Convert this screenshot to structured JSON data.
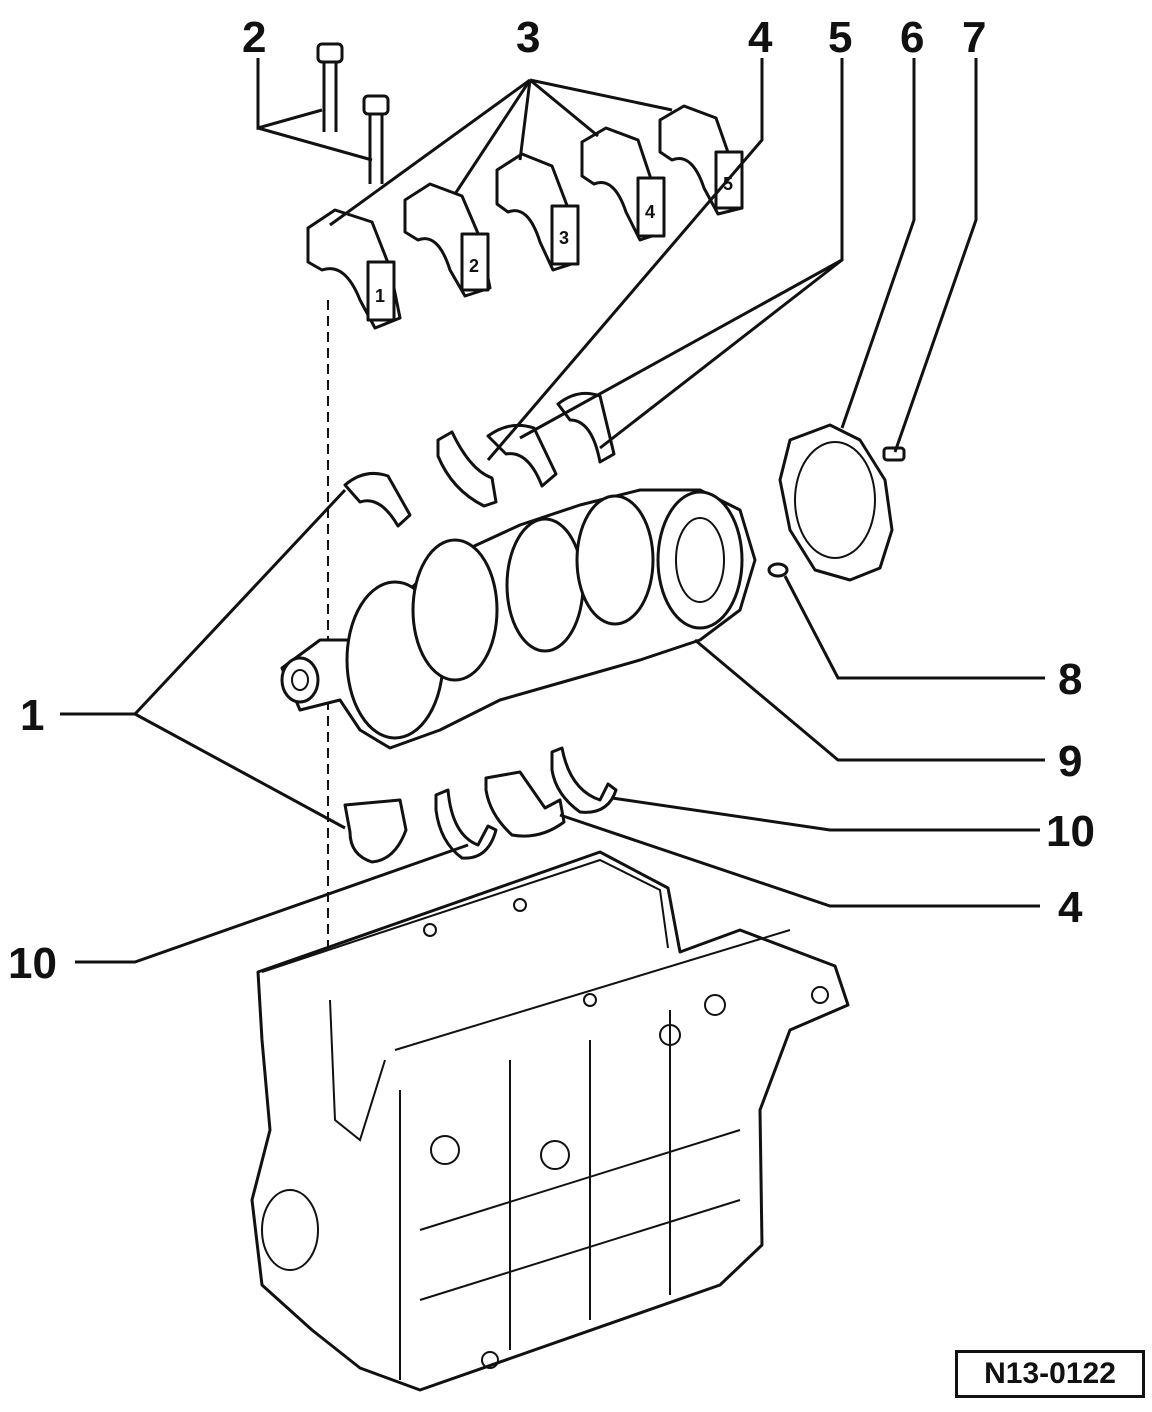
{
  "callouts": {
    "c1": "1",
    "c2": "2",
    "c3": "3",
    "c4_top": "4",
    "c5": "5",
    "c6": "6",
    "c7": "7",
    "c8": "8",
    "c9": "9",
    "c10_right": "10",
    "c4_bottom": "4",
    "c10_left": "10"
  },
  "cap_numbers": [
    "1",
    "2",
    "3",
    "4",
    "5"
  ],
  "reference_code": "N13-0122"
}
